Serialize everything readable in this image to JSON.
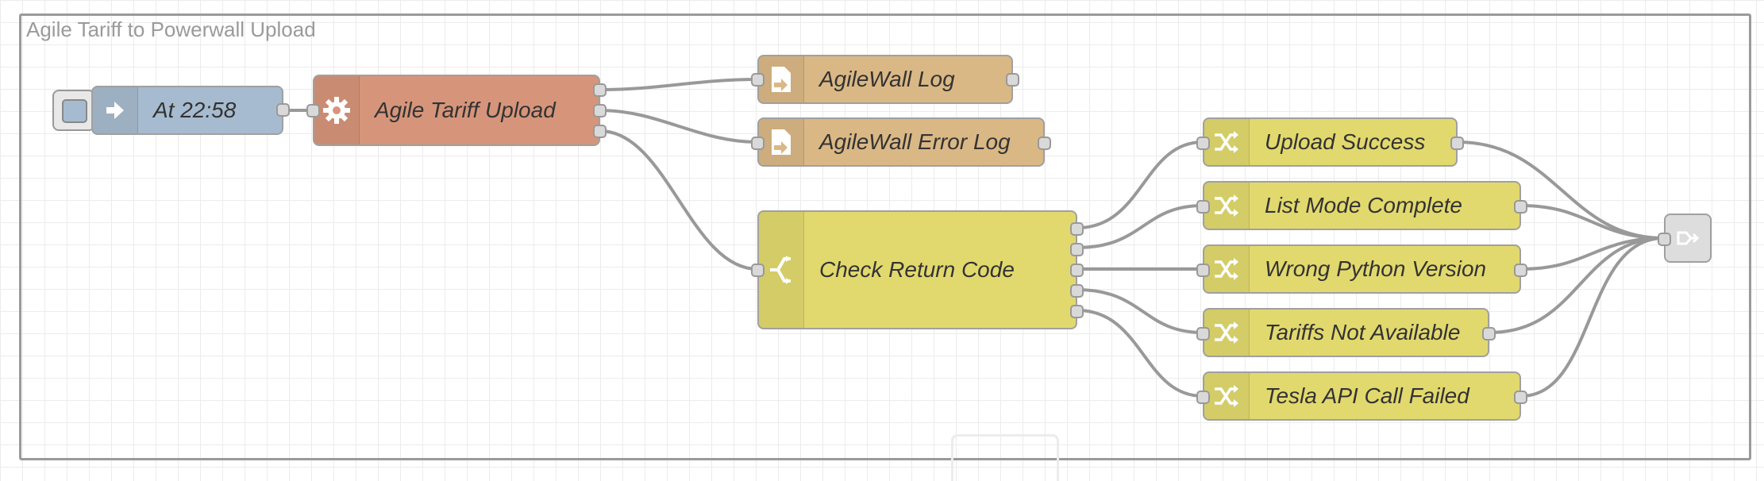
{
  "group": {
    "label": "Agile Tariff to Powerwall Upload"
  },
  "nodes": {
    "inject": {
      "label": "At 22:58",
      "icon": "arrow-in-icon",
      "color": "#a6bbcf"
    },
    "exec": {
      "label": "Agile Tariff Upload",
      "icon": "gear-icon",
      "color": "#d6957a"
    },
    "log": {
      "label": "AgileWall Log",
      "icon": "file-out-icon",
      "color": "#dab885"
    },
    "errlog": {
      "label": "AgileWall Error Log",
      "icon": "file-out-icon",
      "color": "#dab885"
    },
    "switch": {
      "label": "Check Return Code",
      "icon": "switch-icon",
      "color": "#e2d96e"
    },
    "c1": {
      "label": "Upload Success",
      "icon": "shuffle-icon",
      "color": "#e2d96e"
    },
    "c2": {
      "label": "List Mode Complete",
      "icon": "shuffle-icon",
      "color": "#e2d96e"
    },
    "c3": {
      "label": "Wrong Python Version",
      "icon": "shuffle-icon",
      "color": "#e2d96e"
    },
    "c4": {
      "label": "Tariffs Not Available",
      "icon": "shuffle-icon",
      "color": "#e2d96e"
    },
    "c5": {
      "label": "Tesla API Call Failed",
      "icon": "shuffle-icon",
      "color": "#e2d96e"
    },
    "linkout": {
      "label": "",
      "icon": "link-out-icon",
      "color": "#dddddd"
    }
  }
}
